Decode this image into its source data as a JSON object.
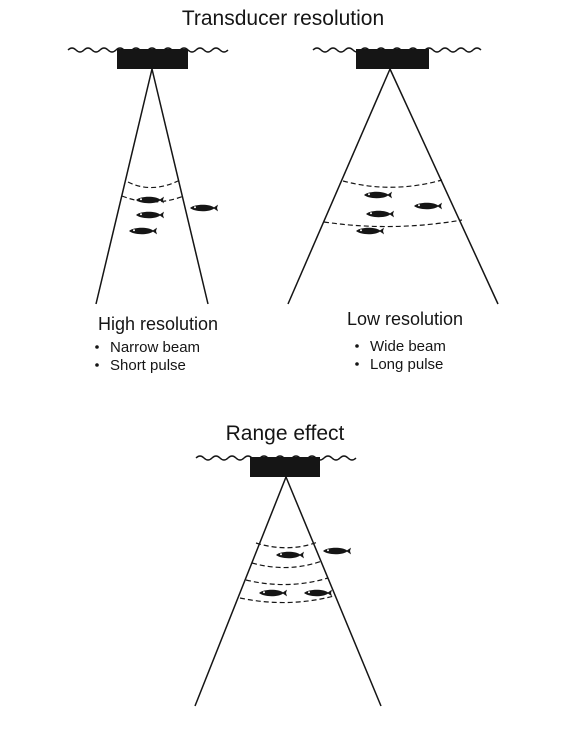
{
  "title": "Transducer resolution",
  "high": {
    "heading": "High resolution",
    "bullets": [
      "Narrow beam",
      "Short pulse"
    ]
  },
  "low": {
    "heading": "Low resolution",
    "bullets": [
      "Wide beam",
      "Long pulse"
    ]
  },
  "range": {
    "heading": "Range effect"
  },
  "colors": {
    "ink": "#151515",
    "paper": "#ffffff"
  }
}
